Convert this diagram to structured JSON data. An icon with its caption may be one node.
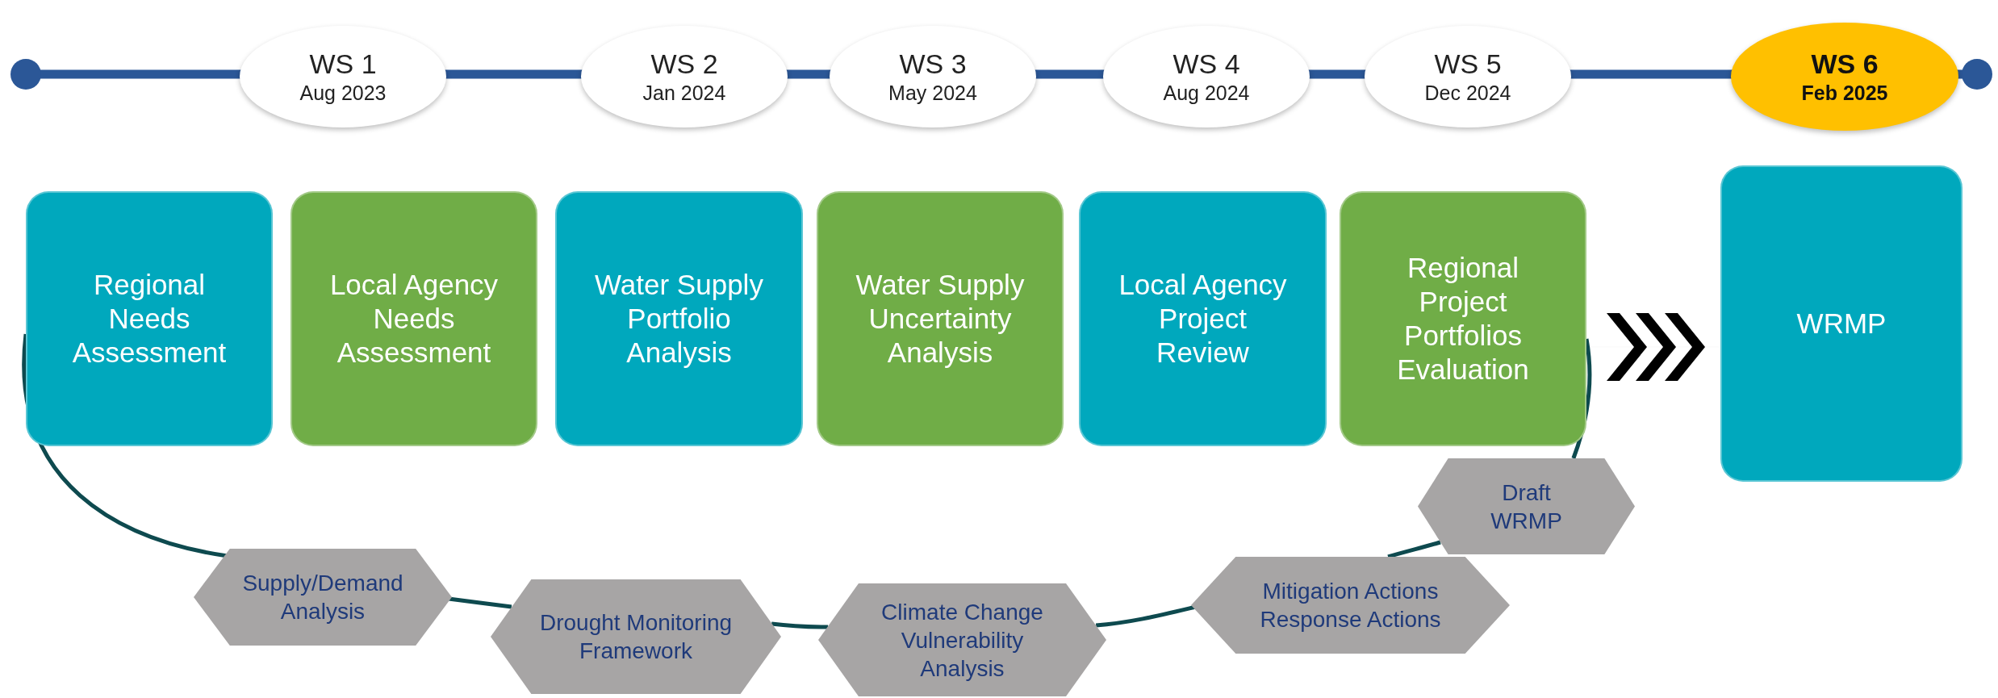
{
  "diagram": {
    "nodes": [
      {
        "text": [
          "WS 1",
          "Aug 2023"
        ]
      },
      {
        "text": [
          "WS 2",
          "Jan 2024"
        ]
      },
      {
        "text": [
          "WS 3",
          "May 2024"
        ]
      },
      {
        "text": [
          "WS 4",
          "Aug 2024"
        ]
      },
      {
        "text": [
          "WS 5",
          "Dec 2024"
        ]
      },
      {
        "text": [
          "WS 6",
          "Feb 2025"
        ]
      },
      {
        "text": [
          "Regional Needs Assessment"
        ]
      },
      {
        "text": [
          "Local Agency Needs Assessment"
        ]
      },
      {
        "text": [
          "Water Supply Portfolio Analysis"
        ]
      },
      {
        "text": [
          "Water Supply Uncertainty Analysis"
        ]
      },
      {
        "text": [
          "Local Agency Project Review"
        ]
      },
      {
        "text": [
          "Regional Project Portfolios Evaluation"
        ]
      },
      {
        "text": [
          "WRMP"
        ]
      },
      {
        "text": [
          "Supply/Demand Analysis"
        ]
      },
      {
        "text": [
          "Drought Monitoring Framework"
        ]
      },
      {
        "text": [
          "Climate Change Vulnerability Analysis"
        ]
      },
      {
        "text": [
          "Mitigation Actions Response Actions"
        ]
      },
      {
        "text": [
          "Draft WRMP"
        ]
      }
    ],
    "edges": [
      {
        "from": 11,
        "to": 12,
        "arrow": "to"
      },
      {
        "from": 6,
        "to": 13,
        "arrow": "none"
      },
      {
        "from": 13,
        "to": 14,
        "arrow": "none"
      },
      {
        "from": 14,
        "to": 15,
        "arrow": "none"
      },
      {
        "from": 15,
        "to": 16,
        "arrow": "none"
      },
      {
        "from": 16,
        "to": 17,
        "arrow": "none"
      },
      {
        "from": 17,
        "to": 11,
        "arrow": "none"
      }
    ]
  }
}
